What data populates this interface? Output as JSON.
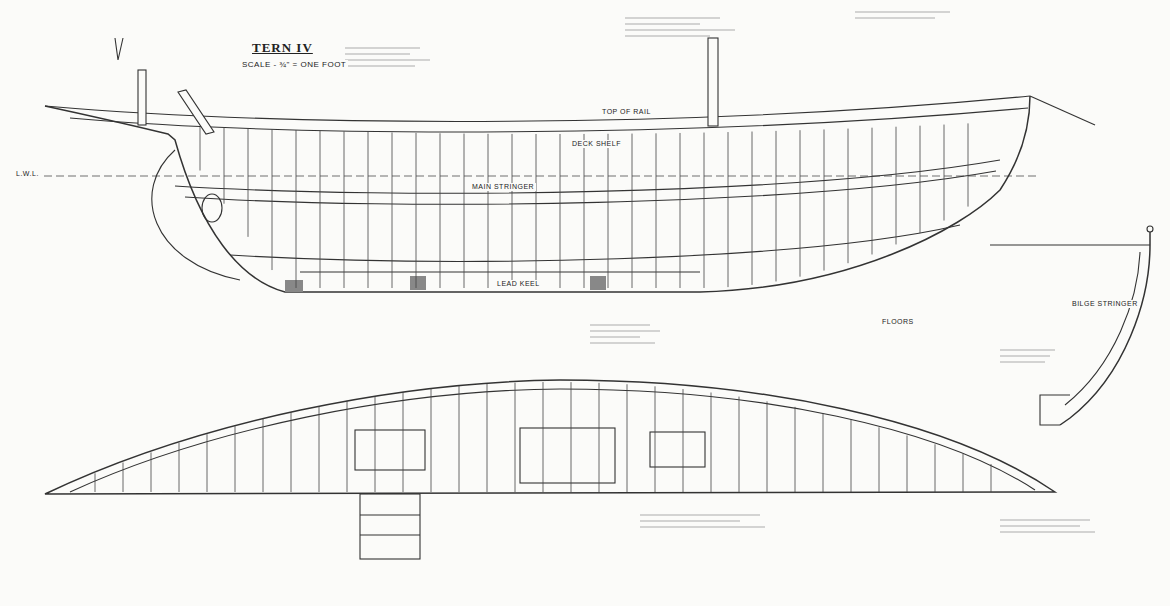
{
  "diagram": {
    "title": "TERN IV",
    "labels": [
      "SCALE - ¾\" = ONE FOOT",
      "TOP OF RAIL",
      "DECK SHELF",
      "MAIN STRINGER",
      "LEAD KEEL",
      "L.W.L.",
      "BILGE STRINGER",
      "FLOORS"
    ]
  }
}
